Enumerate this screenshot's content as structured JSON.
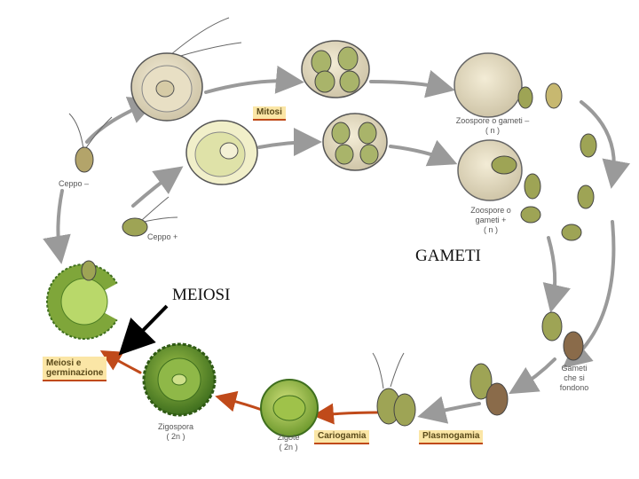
{
  "labels": {
    "ceppo_minus": "Ceppo –",
    "ceppo_plus": "Ceppo +",
    "mitosi": "Mitosi",
    "zoospore_minus_line1": "Zoospore o gameti –",
    "zoospore_minus_line2": "( n )",
    "zoospore_plus_line1": "Zoospore o",
    "zoospore_plus_line2": "gameti +",
    "zoospore_plus_line3": "( n )",
    "gameti_overlay": "GAMETI",
    "meiosi_overlay": "MEIOSI",
    "meiosi_box_line1": "Meiosi e",
    "meiosi_box_line2": "germinazione",
    "gameti_fondono_line1": "Gameti",
    "gameti_fondono_line2": "che si",
    "gameti_fondono_line3": "fondono",
    "zigospora_line1": "Zigospora",
    "zigospora_line2": "( 2n )",
    "zigote_line1": "Zigote",
    "zigote_line2": "( 2n )",
    "cariogamia": "Cariogamia",
    "plasmogamia": "Plasmogamia"
  },
  "colors": {
    "cycle_arrow": "#9a9a9a",
    "process_arrow": "#c04a1a",
    "box_fill": "#fbe6a6",
    "cell_wall": "#d9d2bf",
    "cell_green": "#7ea63a",
    "zygospore_green": "#5f8f2a"
  }
}
